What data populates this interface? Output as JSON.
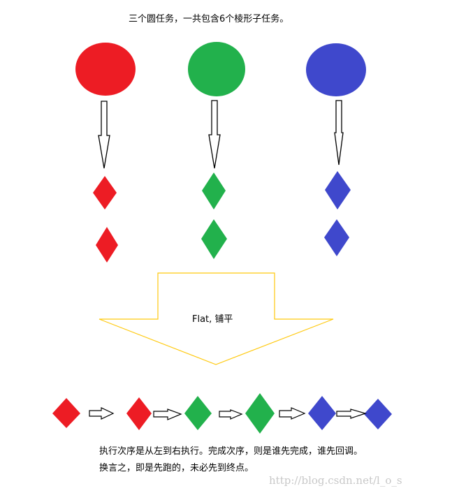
{
  "title": "三个圆任务，一共包含6个棱形子任务。",
  "colors": {
    "red": "#ED1C24",
    "green": "#22B14C",
    "blue": "#3F48CC",
    "flat_arrow_outline": "#FFC90E"
  },
  "circles": [
    {
      "label": "red-circle-task",
      "color": "#ED1C24"
    },
    {
      "label": "green-circle-task",
      "color": "#22B14C"
    },
    {
      "label": "blue-circle-task",
      "color": "#3F48CC"
    }
  ],
  "flat_label": "Flat, 铺平",
  "flattened_sequence": [
    "red",
    "red",
    "green",
    "green",
    "blue",
    "blue"
  ],
  "description": {
    "line1": "执行次序是从左到右执行。完成次序，则是谁先完成，谁先回调。",
    "line2": "换言之，即是先跑的，未必先到终点。"
  },
  "watermark": "http://blog.csdn.net/l_o_s"
}
